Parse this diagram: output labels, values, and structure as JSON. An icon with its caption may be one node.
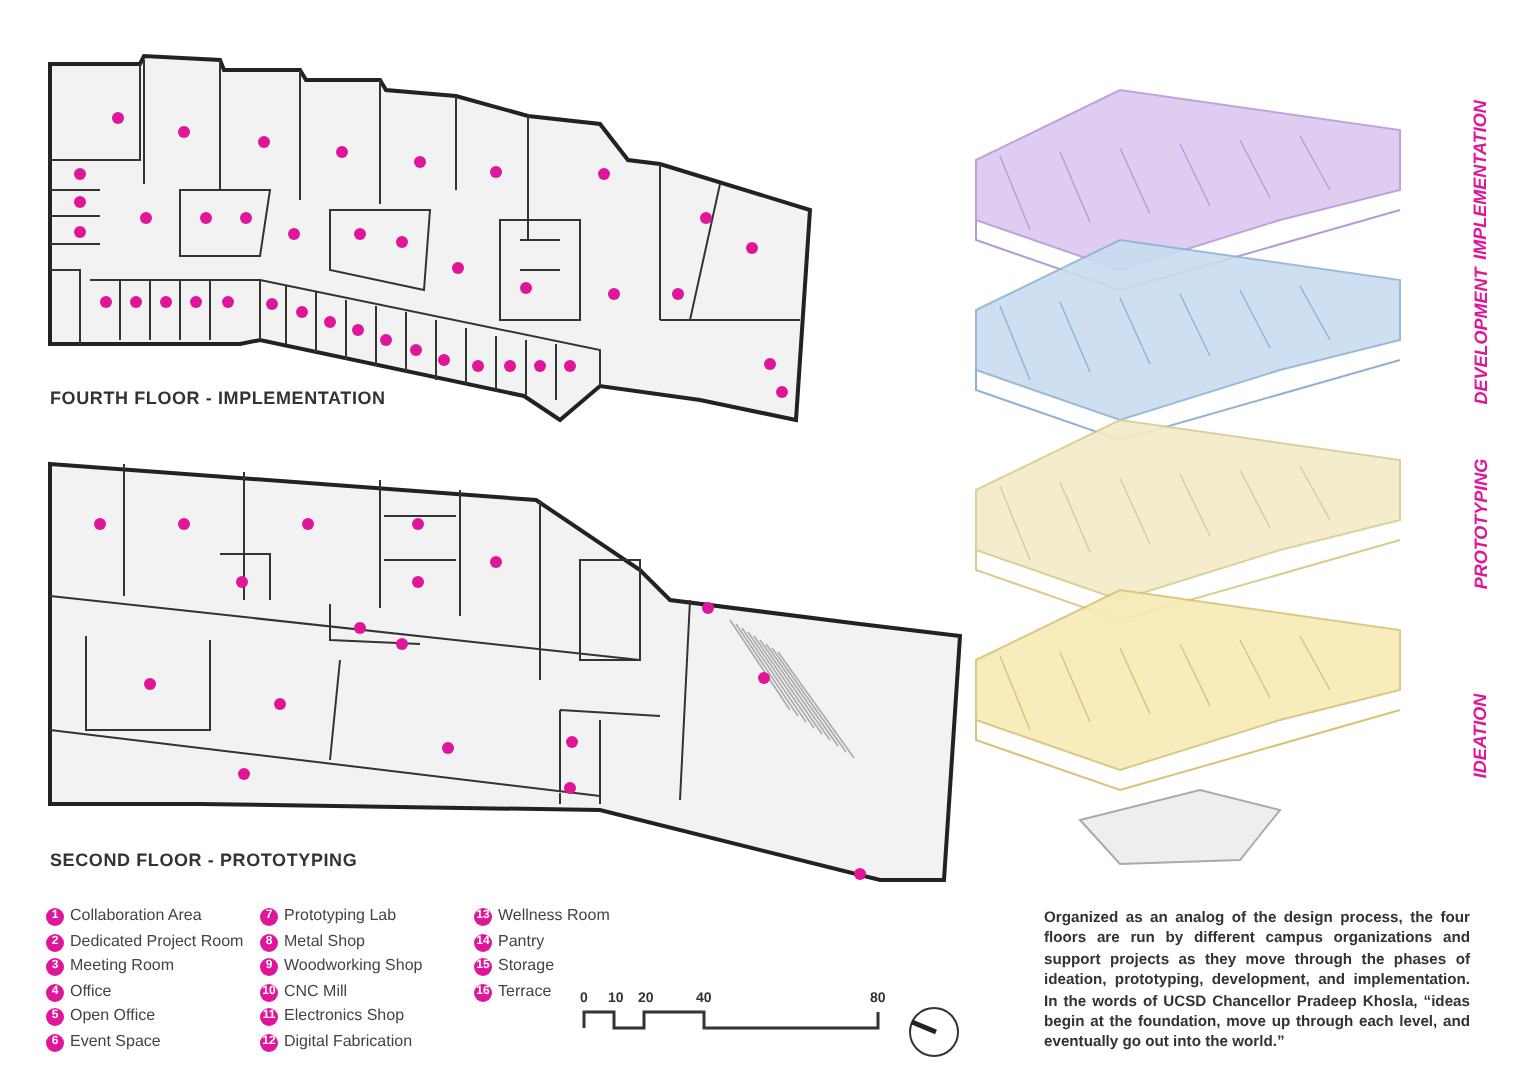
{
  "diagram": {
    "caption": "Organized as an analog of the design process, the four floors are run by different campus organizations and support projects as they move through the phases of ideation, prototyping, development, and implementation.  In the words of UCSD Chancellor Pradeep Khosla, “ideas begin at the foundation, move up through each level, and eventually go out into the world.”",
    "labels": [
      "FOURTH FLOOR - IMPLEMENTATION",
      "IMPLEMENTATION",
      "DEVELOPMENT",
      "PROTOTYPING",
      "IDEATION",
      "SECOND FLOOR - PROTOTYPING",
      "1",
      "2",
      "3",
      "4",
      "5",
      "6",
      "7",
      "8",
      "9",
      "10",
      "11",
      "12",
      "13",
      "14",
      "15",
      "16",
      "0",
      "10",
      "20",
      "40",
      "80"
    ],
    "legend": [
      {
        "text": "Collaboration Area"
      },
      {
        "text": "Dedicated Project Room"
      },
      {
        "text": "Meeting Room"
      },
      {
        "text": "Office"
      },
      {
        "text": "Open Office"
      },
      {
        "text": "Event Space"
      },
      {
        "text": "Prototyping Lab"
      },
      {
        "text": "Metal Shop"
      },
      {
        "text": "Woodworking Shop"
      },
      {
        "text": "CNC Mill"
      },
      {
        "text": "Electronics Shop"
      },
      {
        "text": "Digital Fabrication"
      },
      {
        "text": "Wellness Room"
      },
      {
        "text": "Pantry"
      },
      {
        "text": "Storage"
      },
      {
        "text": "Terrace"
      }
    ]
  }
}
